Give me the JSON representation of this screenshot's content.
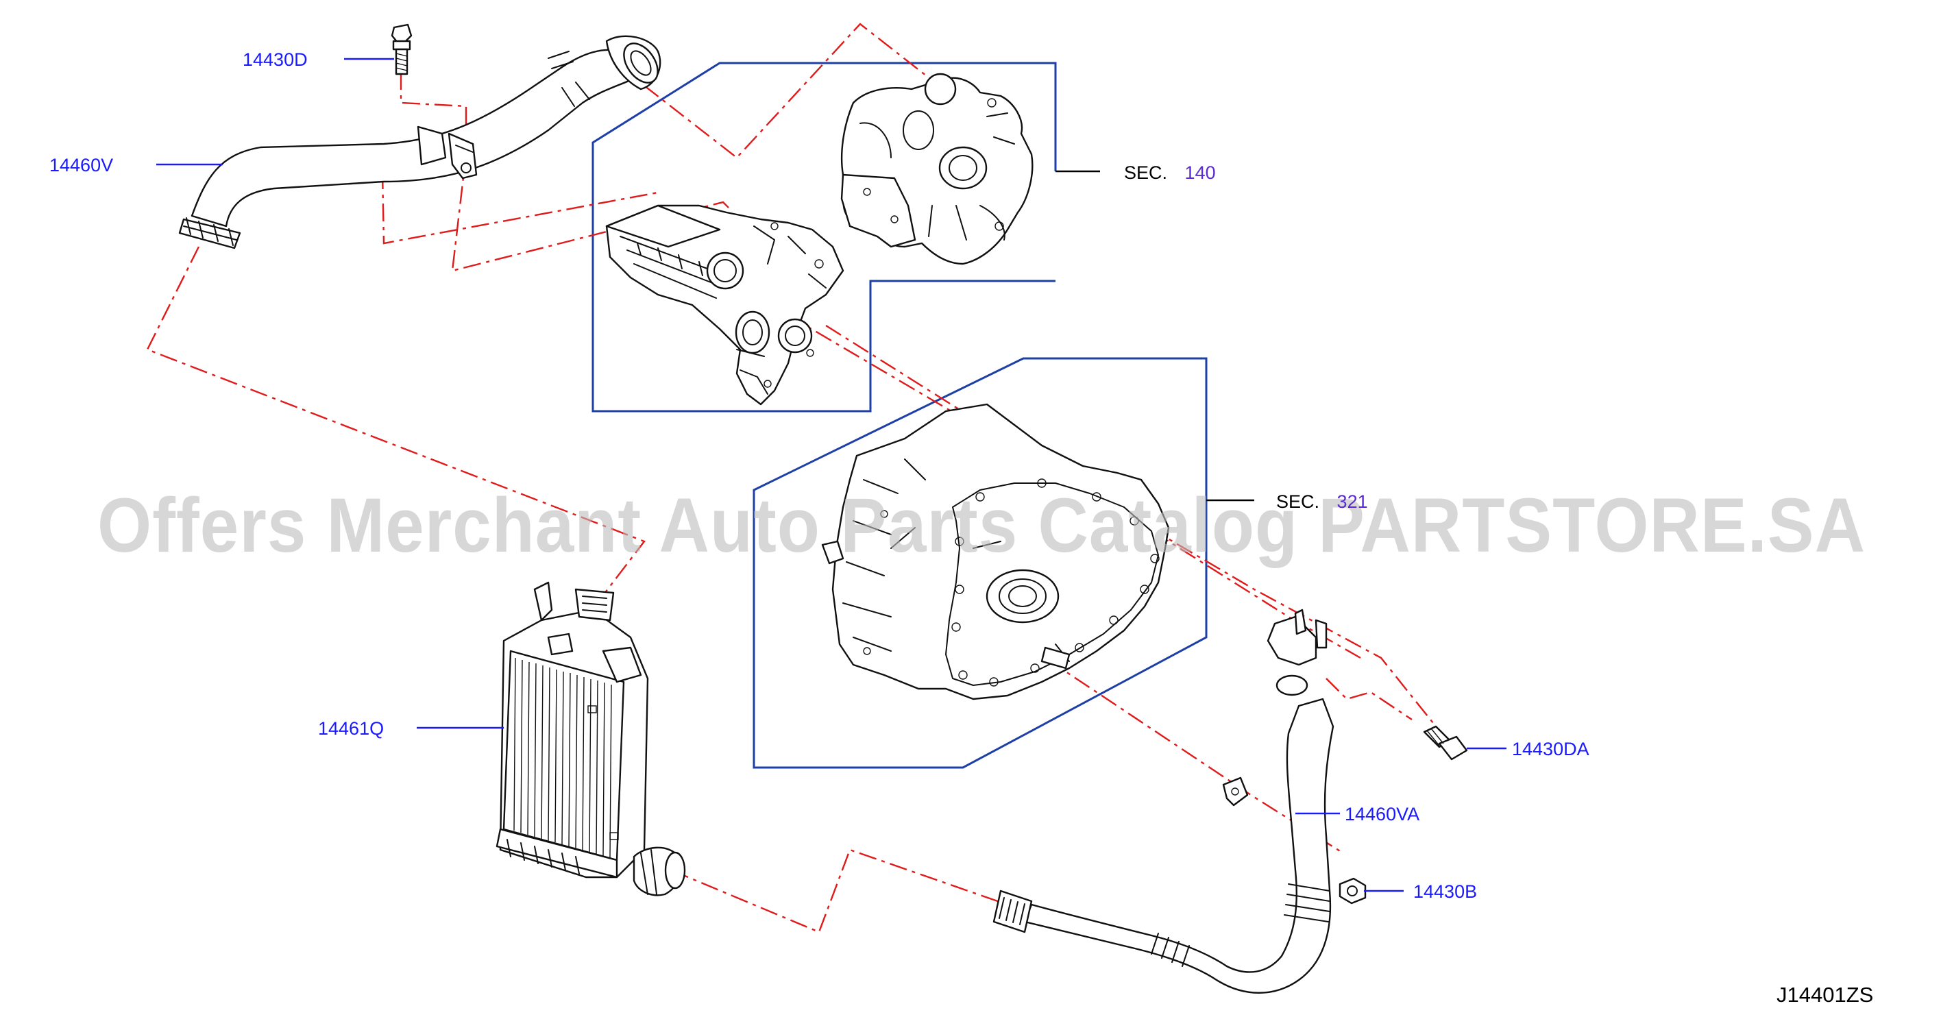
{
  "watermark": "Offers Merchant Auto Parts Catalog PARTSTORE.SA",
  "diagram_code": "J14401ZS",
  "part_labels": {
    "p14430D": "14430D",
    "p14460V": "14460V",
    "p14461Q": "14461Q",
    "p14430DA": "14430DA",
    "p14460VA": "14460VA",
    "p14430B": "14430B"
  },
  "sections": {
    "turbo": {
      "prefix": "SEC.",
      "number": "140"
    },
    "transmission": {
      "prefix": "SEC.",
      "number": "321"
    }
  },
  "colors": {
    "part_label": "#1a1aff",
    "section_box": "#1d3fa6",
    "section_number": "#5a2ad6",
    "connection_line": "#e01b1b",
    "watermark": "#bdbdbd"
  }
}
